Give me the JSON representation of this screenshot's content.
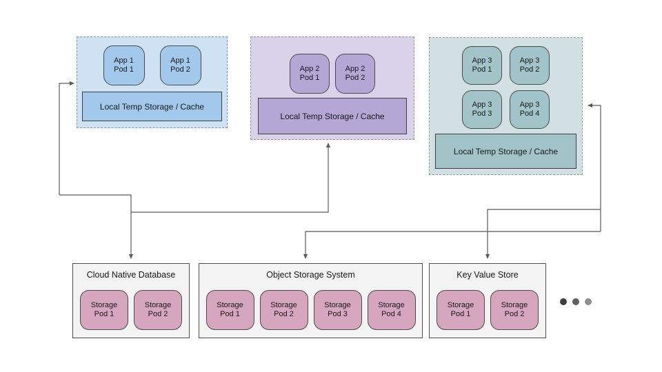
{
  "diagram": {
    "clusters": [
      {
        "id": "app-1",
        "pods": [
          "App 1\nPod 1",
          "App 1\nPod 2"
        ],
        "cache_label": "Local Temp Storage / Cache",
        "colors": {
          "container": "#cfe2f3",
          "pod": "#a2c8ec",
          "dash": "#7f96ad"
        }
      },
      {
        "id": "app-2",
        "pods": [
          "App 2\nPod 1",
          "App 2\nPod 2"
        ],
        "cache_label": "Local Temp Storage / Cache",
        "colors": {
          "container": "#d9d2e9",
          "pod": "#b4a7d6",
          "dash": "#94909f"
        }
      },
      {
        "id": "app-3",
        "pods": [
          "App 3\nPod 1",
          "App 3\nPod 2",
          "App 3\nPod 3",
          "App 3\nPod 4"
        ],
        "cache_label": "Local Temp Storage / Cache",
        "colors": {
          "container": "#d2e0e3",
          "pod": "#a2c4c9",
          "dash": "#8fa0a3"
        }
      }
    ],
    "storage_systems": [
      {
        "id": "cloud-native-database",
        "title": "Cloud Native Database",
        "pods": [
          "Storage\nPod 1",
          "Storage\nPod 2"
        ]
      },
      {
        "id": "object-storage-system",
        "title": "Object Storage System",
        "pods": [
          "Storage\nPod 1",
          "Storage\nPod 2",
          "Storage\nPod 3",
          "Storage\nPod 4"
        ]
      },
      {
        "id": "key-value-store",
        "title": "Key Value Store",
        "pods": [
          "Storage\nPod 1",
          "Storage\nPod 2"
        ]
      }
    ],
    "storage_pod_color": "#d5a6bd",
    "connector_color": "#595959",
    "ellipsis_dot_colors": [
      "#3d3d3d",
      "#606060",
      "#8f8f8f"
    ]
  }
}
